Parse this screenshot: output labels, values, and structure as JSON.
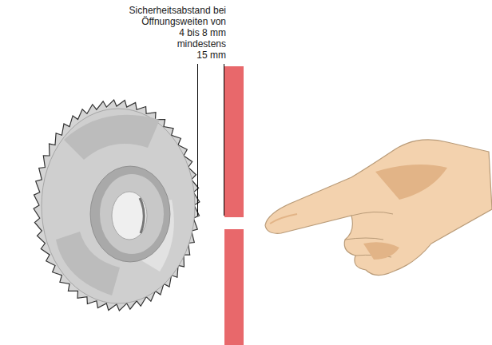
{
  "diagram": {
    "labels": [
      "Sicherheitsabstand bei",
      "Öffnungsweiten von",
      "4 bis 8 mm",
      "mindestens",
      "15 mm"
    ]
  }
}
